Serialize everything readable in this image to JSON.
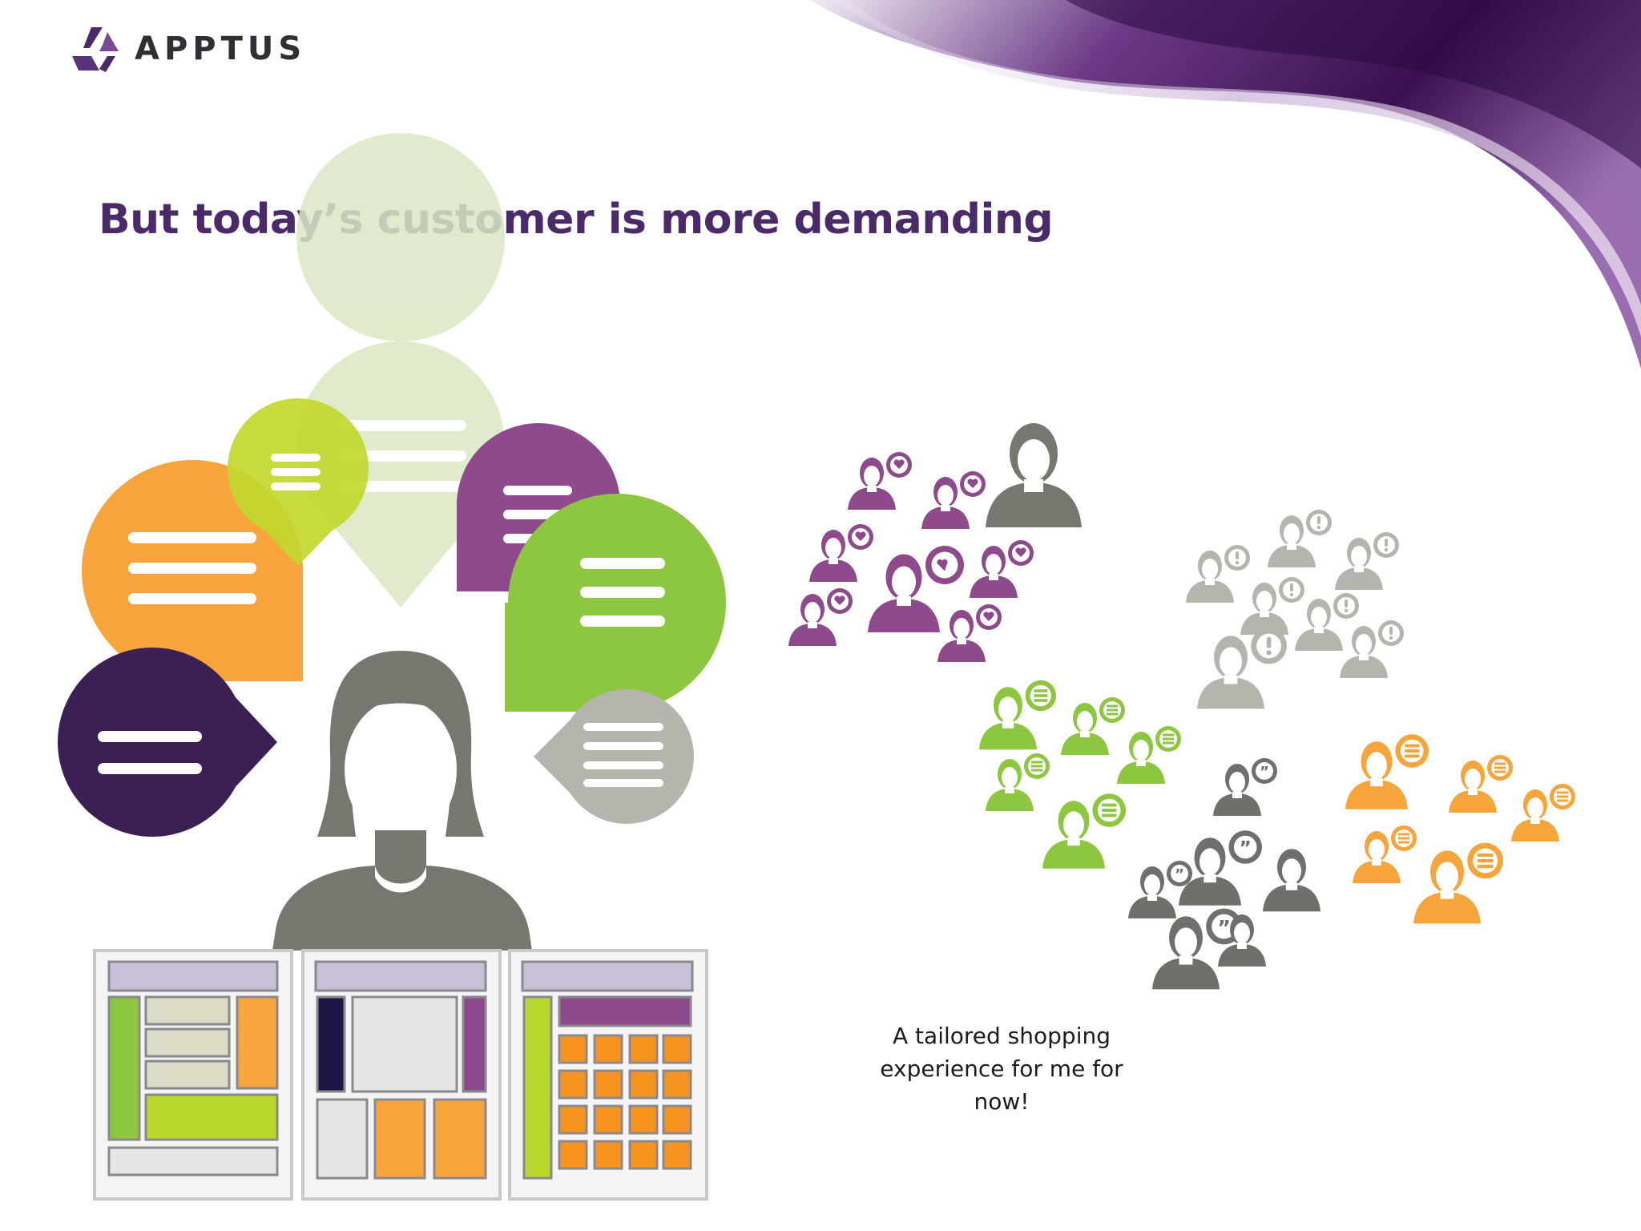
{
  "brand": {
    "name": "APPTUS",
    "colors": {
      "purple": "#4a2a69",
      "orange": "#f7a43a",
      "green": "#8dc63f",
      "lime": "#c4d82e",
      "magenta": "#8e4a8c",
      "gray": "#7a7a76"
    }
  },
  "slide": {
    "title": "But today’s customer is more demanding",
    "caption": "A tailored shopping experience for me for now!"
  },
  "icons": {
    "logo": "apptus-triangle-logo",
    "speech": "speech-bubble-icon",
    "person": "person-icon",
    "layout": "page-layout-icon"
  }
}
